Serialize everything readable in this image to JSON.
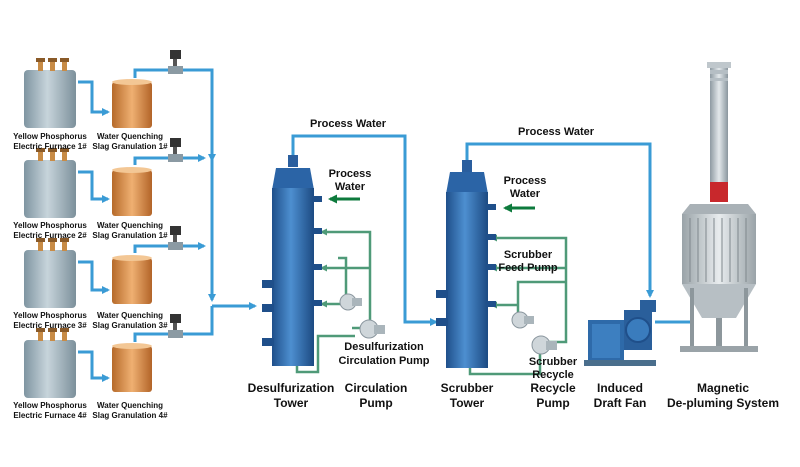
{
  "colors": {
    "pipe": "#3a9bd5",
    "green_pipe": "#4f9a78",
    "arrow_green": "#0d7a3c",
    "tower": "#2f6fb5",
    "tower_dark": "#1f4f8a",
    "furnace": "#9fb2bd",
    "quench": "#d99048",
    "stack": "#c8282c"
  },
  "icons": [
    "furnace-icon",
    "quench-tank-icon",
    "flow-meter-icon",
    "pump-icon",
    "fan-icon",
    "tower-icon",
    "stack-icon"
  ],
  "furnaces": [
    {
      "line1": "Yellow Phosphorus",
      "line2": "Electric Furnace 1#"
    },
    {
      "line1": "Yellow Phosphorus",
      "line2": "Electric Furnace 2#"
    },
    {
      "line1": "Yellow Phosphorus",
      "line2": "Electric Furnace 3#"
    },
    {
      "line1": "Yellow Phosphorus",
      "line2": "Electric Furnace 4#"
    }
  ],
  "quench": [
    {
      "line1": "Water Quenching",
      "line2": "Slag Granulation 1#"
    },
    {
      "line1": "Water Quenching",
      "line2": "Slag Granulation 1#"
    },
    {
      "line1": "Water Quenching",
      "line2": "Slag Granulation 3#"
    },
    {
      "line1": "Water Quenching",
      "line2": "Slag Granulation 4#"
    }
  ],
  "process_water": {
    "top_left": "Process Water",
    "top_right": "Process Water",
    "desulf_line1": "Process",
    "desulf_line2": "Water",
    "scrub_line1": "Process",
    "scrub_line2": "Water"
  },
  "callouts": {
    "desulf_pump_line1": "Desulfurization",
    "desulf_pump_line2": "Circulation Pump",
    "scrubber_feed_line1": "Scrubber",
    "scrubber_feed_line2": "Feed Pump",
    "scrubber_recycle_line1": "Scrubber",
    "scrubber_recycle_line2": "Recycle"
  },
  "bottom_labels": {
    "desulf_tower_line1": "Desulfurization",
    "desulf_tower_line2": "Tower",
    "circ_pump_line1": "Circulation",
    "circ_pump_line2": "Pump",
    "scrubber_tower_line1": "Scrubber",
    "scrubber_tower_line2": "Tower",
    "recycle_pump_line1": "Recycle",
    "recycle_pump_line2": "Pump",
    "fan_line1": "Induced",
    "fan_line2": "Draft Fan",
    "demist_line1": "Magnetic",
    "demist_line2": "De-pluming System"
  }
}
